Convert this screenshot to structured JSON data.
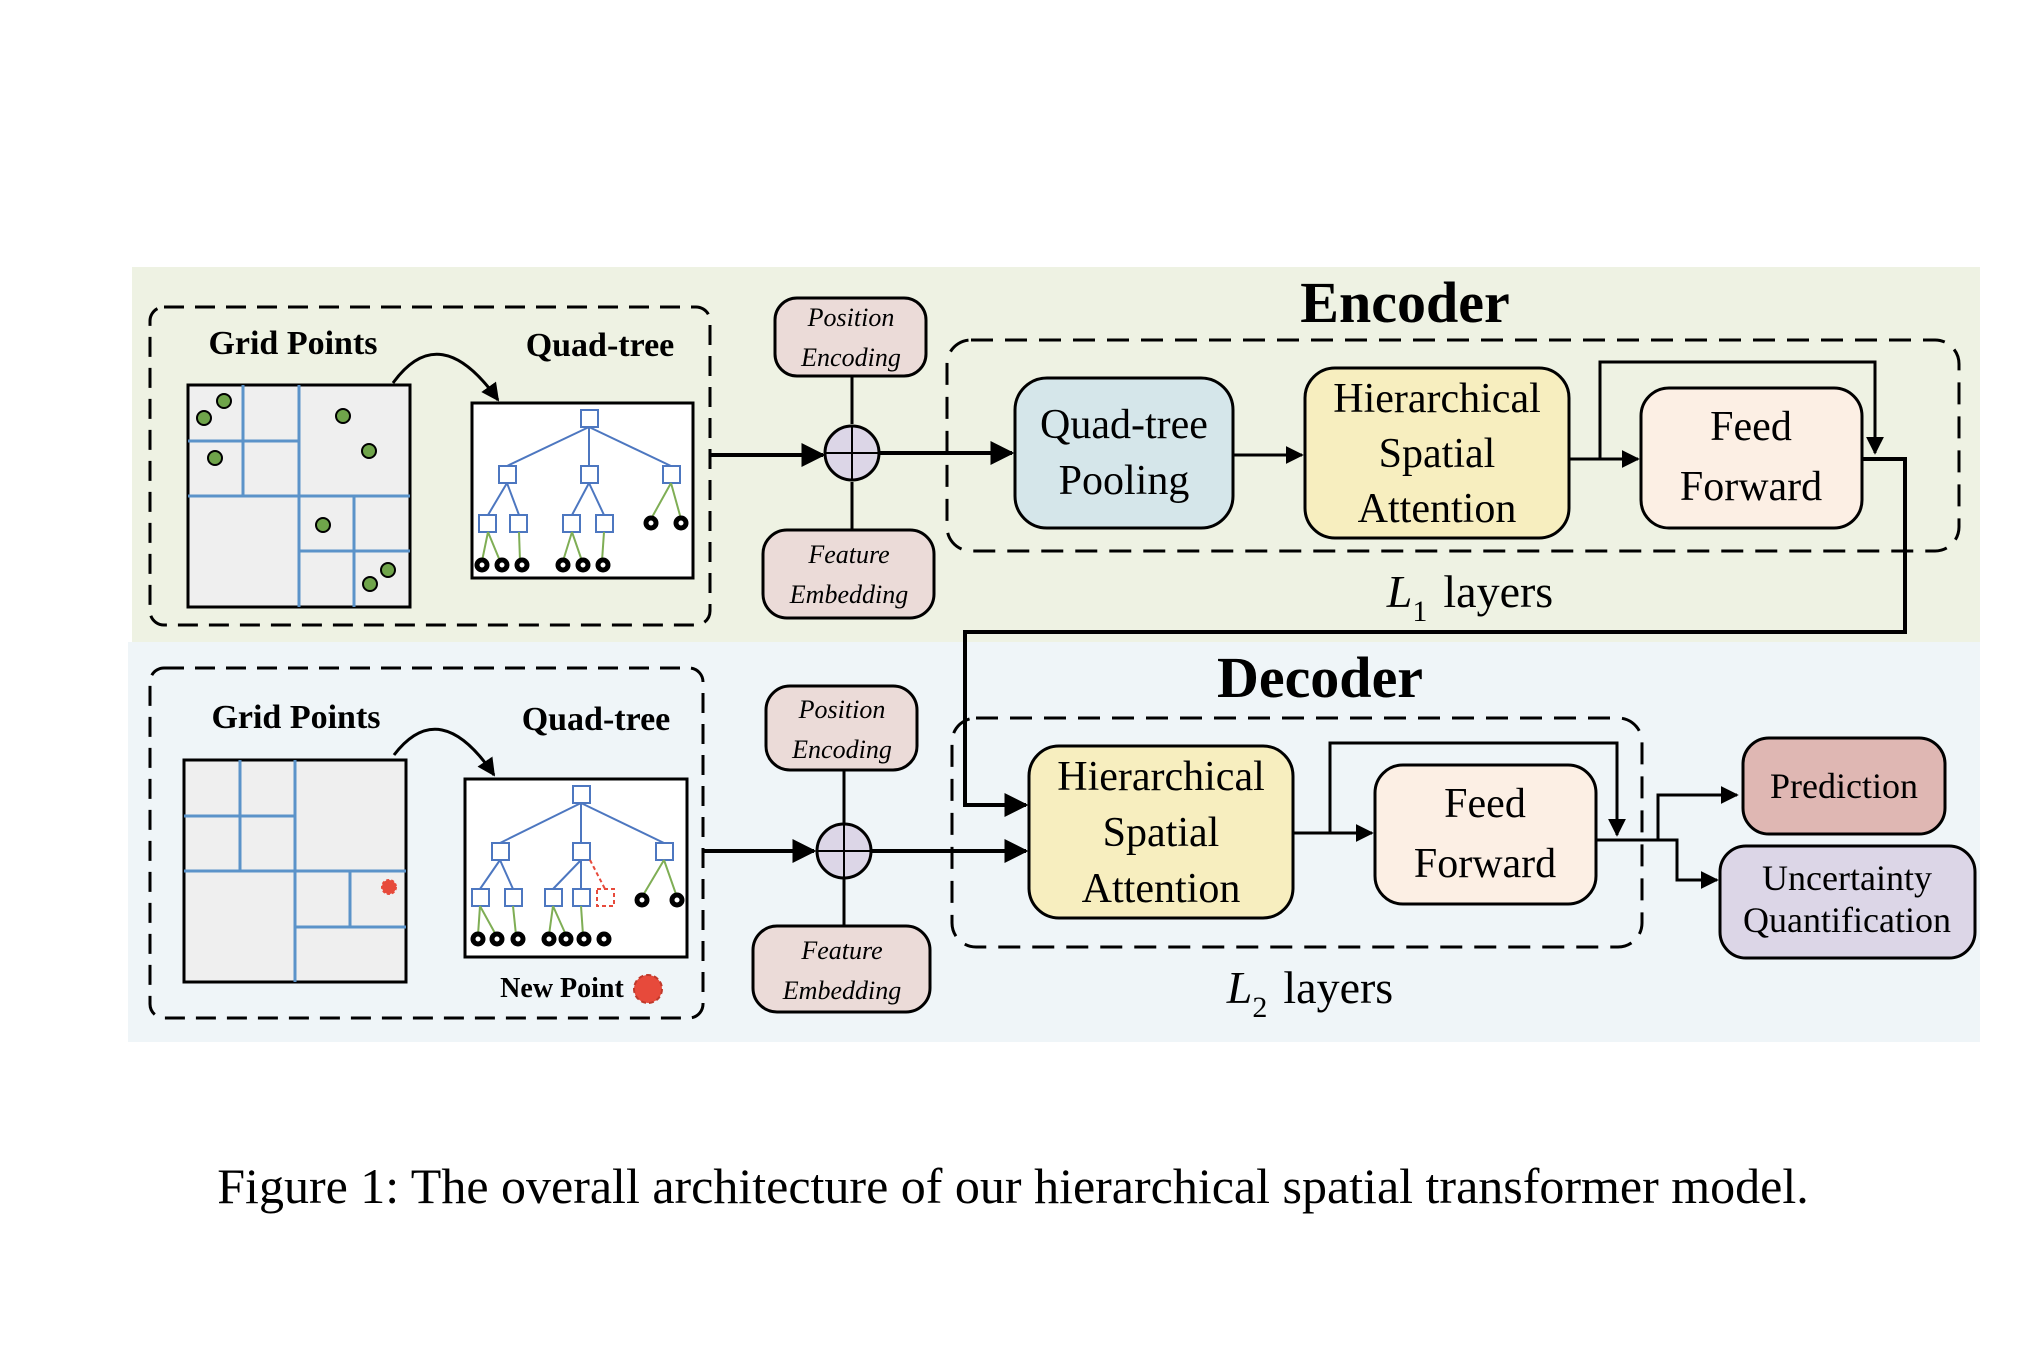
{
  "encoder": {
    "title": "Encoder",
    "input": {
      "grid_label": "Grid Points",
      "quadtree_label": "Quad-tree"
    },
    "position_encoding": [
      "Position",
      "Encoding"
    ],
    "feature_embedding": [
      "Feature",
      "Embedding"
    ],
    "blocks": {
      "pooling": [
        "Quad-tree",
        "Pooling"
      ],
      "attention": [
        "Hierarchical",
        "Spatial",
        "Attention"
      ],
      "feed_forward": [
        "Feed",
        "Forward"
      ]
    },
    "layers": {
      "symbol": "L",
      "subscript": "1",
      "word": "layers"
    }
  },
  "decoder": {
    "title": "Decoder",
    "input": {
      "grid_label": "Grid Points",
      "quadtree_label": "Quad-tree",
      "new_point_label": "New Point"
    },
    "position_encoding": [
      "Position",
      "Encoding"
    ],
    "feature_embedding": [
      "Feature",
      "Embedding"
    ],
    "blocks": {
      "attention": [
        "Hierarchical",
        "Spatial",
        "Attention"
      ],
      "feed_forward": [
        "Feed",
        "Forward"
      ]
    },
    "layers": {
      "symbol": "L",
      "subscript": "2",
      "word": "layers"
    }
  },
  "outputs": {
    "prediction": [
      "Prediction"
    ],
    "uncertainty": [
      "Uncertainty",
      "Quantification"
    ]
  },
  "caption": "Figure 1: The overall architecture of our hierarchical spatial transformer model.",
  "colors": {
    "encoder_bg": "#eef2e3",
    "decoder_bg": "#eff5f8",
    "pooling_fill": "#d5e6ea",
    "attention_fill": "#f7eebf",
    "feed_forward_fill": "#fcefe4",
    "embedding_fill": "#ebdbd8",
    "prediction_fill": "#dfb7b3",
    "uncertainty_fill": "#dcd6e7",
    "plus_fill": "#dcd6e7",
    "grid_line": "#5b93c9",
    "tree_blue": "#4d77c0",
    "tree_green": "#7fae55",
    "point_green": "#6fa44a",
    "new_point_red": "#e74a3b"
  }
}
